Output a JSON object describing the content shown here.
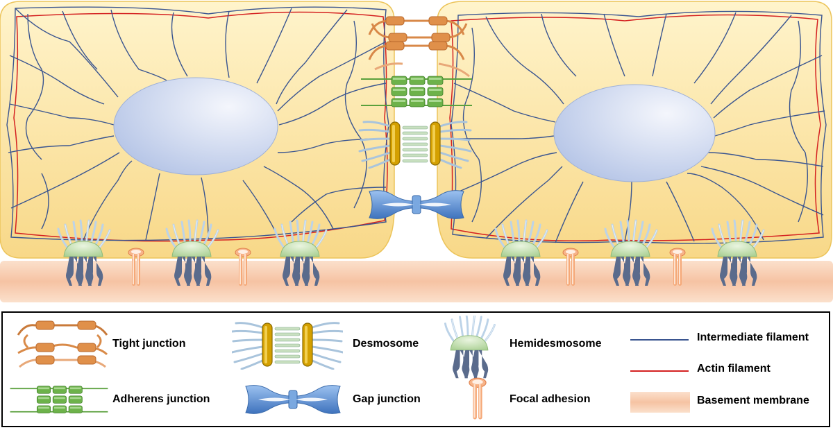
{
  "colors": {
    "cell_fill_top": "#fff3c8",
    "cell_fill_bottom": "#f9d98a",
    "cell_border": "#ecc45a",
    "nucleus": "#c9d6f0",
    "intermediate_filament": "#3a5590",
    "actin_filament": "#d42020",
    "tight_junction": "#d98a48",
    "adherens_junction": "#5aa03c",
    "desmosome_plaque": "#d2a200",
    "desmosome_fiber": "#9fbcd8",
    "gap_junction": "#5c8fd0",
    "hemidesmosome_dome": "#c4e0b2",
    "integrin": "#5a6b8c",
    "focal_adhesion": "#f0a070",
    "basement_membrane": "#f6c5a6"
  },
  "legend": {
    "items": [
      {
        "key": "tight",
        "label": "Tight junction",
        "icon": "tight-junction-icon"
      },
      {
        "key": "desmo",
        "label": "Desmosome",
        "icon": "desmosome-icon"
      },
      {
        "key": "hemi",
        "label": "Hemidesmosome",
        "icon": "hemidesmosome-icon"
      },
      {
        "key": "inter",
        "label": "Intermediate filament",
        "icon": "intermediate-filament-icon"
      },
      {
        "key": "adherens",
        "label": "Adherens junction",
        "icon": "adherens-junction-icon"
      },
      {
        "key": "gap",
        "label": "Gap junction",
        "icon": "gap-junction-icon"
      },
      {
        "key": "focal",
        "label": "Focal adhesion",
        "icon": "focal-adhesion-icon"
      },
      {
        "key": "actin",
        "label": "Actin filament",
        "icon": "actin-filament-icon"
      },
      {
        "key": "basement",
        "label": "Basement membrane",
        "icon": "basement-membrane-icon"
      }
    ]
  }
}
